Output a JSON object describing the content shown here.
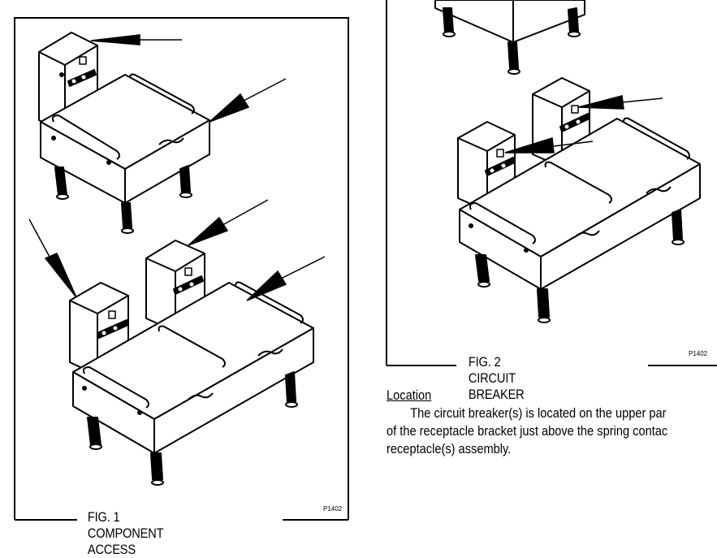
{
  "figure1": {
    "caption": "FIG. 1 COMPONENT ACCESS",
    "code": "P1402"
  },
  "figure2": {
    "caption": "FIG. 2 CIRCUIT BREAKER",
    "code": "P1402"
  },
  "location": {
    "title": "Location",
    "lines": [
      "The circuit breaker(s) is located on the upper par",
      "of the receptacle bracket just above the spring contac",
      "receptacle(s) assembly."
    ]
  },
  "colors": {
    "ink": "#000000",
    "paper": "#ffffff"
  }
}
